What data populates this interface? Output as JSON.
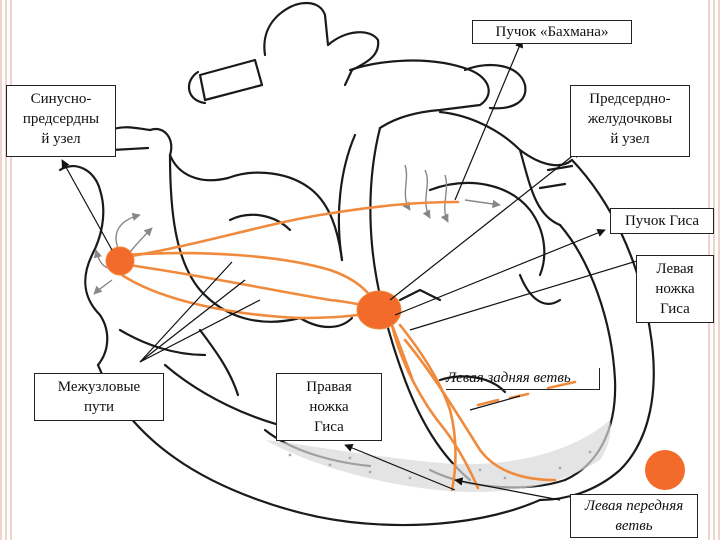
{
  "labels": {
    "bachmann": "Пучок «Бахмана»",
    "sinoatrial": "Синусно-\nпредсердны\nй узел",
    "atrioventricular": "Предсердно-\nжелудочковы\nй узел",
    "his_bundle": "Пучок Гиса",
    "left_bundle": "Левая\nножка\nГиса",
    "internodal": "Межузловые\nпути",
    "right_bundle": "Правая\nножка\nГиса",
    "left_posterior": "Левая задняя ветвь",
    "left_anterior": "Левая передняя\nветвь"
  },
  "colors": {
    "conduction": "#f08a3c",
    "node": "#f26b2a",
    "outline": "#1a1a1a",
    "pointer": "#111111"
  }
}
